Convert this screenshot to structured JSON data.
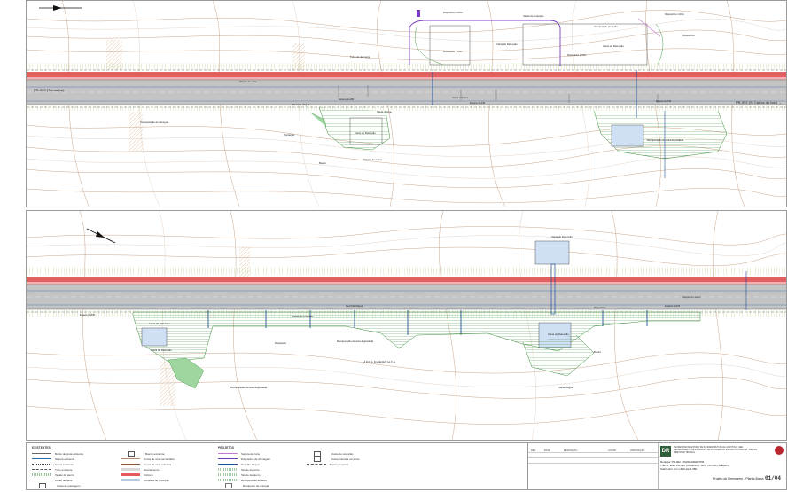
{
  "sheet": {
    "panel_top": {
      "road_label_left": "PR-092 (Tomazina)",
      "road_label_right": "PR-092 (S. Carlos do Ivaí) →",
      "labels": [
        "Dispositivo 1,00m",
        "Dispositivo 1,00m",
        "Caixa de Retenção",
        "Caixa de Retenção",
        "Dissipador 1,00m",
        "Dissipador 1,00m",
        "Tubo de descarga",
        "Transposição de talvegue",
        "Caixa de Retenção",
        "Saída d'água",
        "Descida d'água",
        "Caixa coletora",
        "Sarjeta de corte",
        "Canaleta de proteção",
        "Valeta de proteção",
        "Dispositivo",
        "Transição",
        "Bueiro",
        "Sarjeta de aterro",
        "Recuperação de área degradada",
        "Estaca 3+280",
        "Estaca 3+440",
        "Estaca 3+640"
      ]
    },
    "panel_bottom": {
      "labels": [
        "Caixa de Retenção",
        "Caixa de Retenção",
        "Caixa de Retenção",
        "Caixa de Retenção",
        "Recuperação de área degradada",
        "ÁREA EMBREJADA",
        "Dissipador",
        "Descida d'água",
        "Sarjeta de aterro",
        "Bueiro",
        "Dispositivo",
        "Recuperação de área degradada",
        "Saída d'água",
        "Valeta de proteção",
        "Estaca 3+800",
        "Estaca 4+020"
      ]
    }
  },
  "legend": {
    "existing_title": "EXISTENTES",
    "project_title": "PROJETOS",
    "existing_items": [
      {
        "label": "Bordo de pista existente",
        "color": "#666666",
        "style": "line"
      },
      {
        "label": "Sarjeta existente",
        "color": "#2b6cb0",
        "style": "line"
      },
      {
        "label": "Cerca existente",
        "color": "#444444",
        "style": "dashx"
      },
      {
        "label": "Tubo existente",
        "color": "#555555",
        "style": "dash"
      },
      {
        "label": "Talude de aterro",
        "color": "#3a8a3a",
        "style": "hatch"
      },
      {
        "label": "Limite de faixa",
        "color": "#333333",
        "style": "arrow"
      },
      {
        "label": "Caixa de passagem",
        "color": "#555555",
        "style": "box"
      },
      {
        "label": "Bueiro existente",
        "color": "#555555",
        "style": "box"
      },
      {
        "label": "Curva de nível secundária",
        "color": "#b58a6a",
        "style": "line"
      },
      {
        "label": "Curva de nível primária",
        "color": "#8c5a3c",
        "style": "line"
      },
      {
        "label": "Acostamento",
        "color": "#d9d9d9",
        "style": "fill"
      },
      {
        "label": "Ciclovia",
        "color": "#e45a5a",
        "style": "fill"
      },
      {
        "label": "Canaleta de proteção",
        "color": "#b9c9e6",
        "style": "fill"
      }
    ],
    "project_items": [
      {
        "label": "Sarjeta de corte",
        "color": "#c77dd8",
        "style": "line"
      },
      {
        "label": "Dispositivo de drenagem",
        "color": "#6a3fb5",
        "style": "line"
      },
      {
        "label": "Descida d'água",
        "color": "#1f4e9b",
        "style": "line"
      },
      {
        "label": "Talude de corte",
        "color": "#4a9a4a",
        "style": "hatch"
      },
      {
        "label": "Talude de aterro",
        "color": "#4a9a4a",
        "style": "hatch"
      },
      {
        "label": "Recuperação de área",
        "color": "#3a8a3a",
        "style": "hatch"
      },
      {
        "label": "Dissipador de energia",
        "color": "#777777",
        "style": "box"
      },
      {
        "label": "Caixa de retenção",
        "color": "#555555",
        "style": "box"
      },
      {
        "label": "Caixa coletora concreto",
        "color": "#555555",
        "style": "box"
      },
      {
        "label": "Bueiro proposto",
        "color": "#555555",
        "style": "dash"
      }
    ]
  },
  "title_block": {
    "revision_headers": [
      "REV",
      "DATA",
      "DESCRIÇÃO",
      "AUTOR",
      "APROVAÇÃO"
    ],
    "org_lines": [
      "SECRETARIA DE ESTADO DE INFRAESTRUTURA E LOGÍSTICA - SEIL",
      "DEPARTAMENTO DE ESTRADAS DE RODAGEM DO ESTADO DO PARANÁ - DER/PR",
      "DIRETORIA TÉCNICA"
    ],
    "logo_text": "DR",
    "rodovia": "Rodovia: PR-092 - 092S0340ED7PR",
    "trecho": "Trecho: Entr. PR-092 (Tomazina) - Entr. PR-090 (Joaquim)",
    "subtrecho": "Subtrecho: km 1,620 até 2,380",
    "drawing_title": "Projeto de Drenagem - Planta Baixa",
    "sheet_number": "01/04"
  }
}
